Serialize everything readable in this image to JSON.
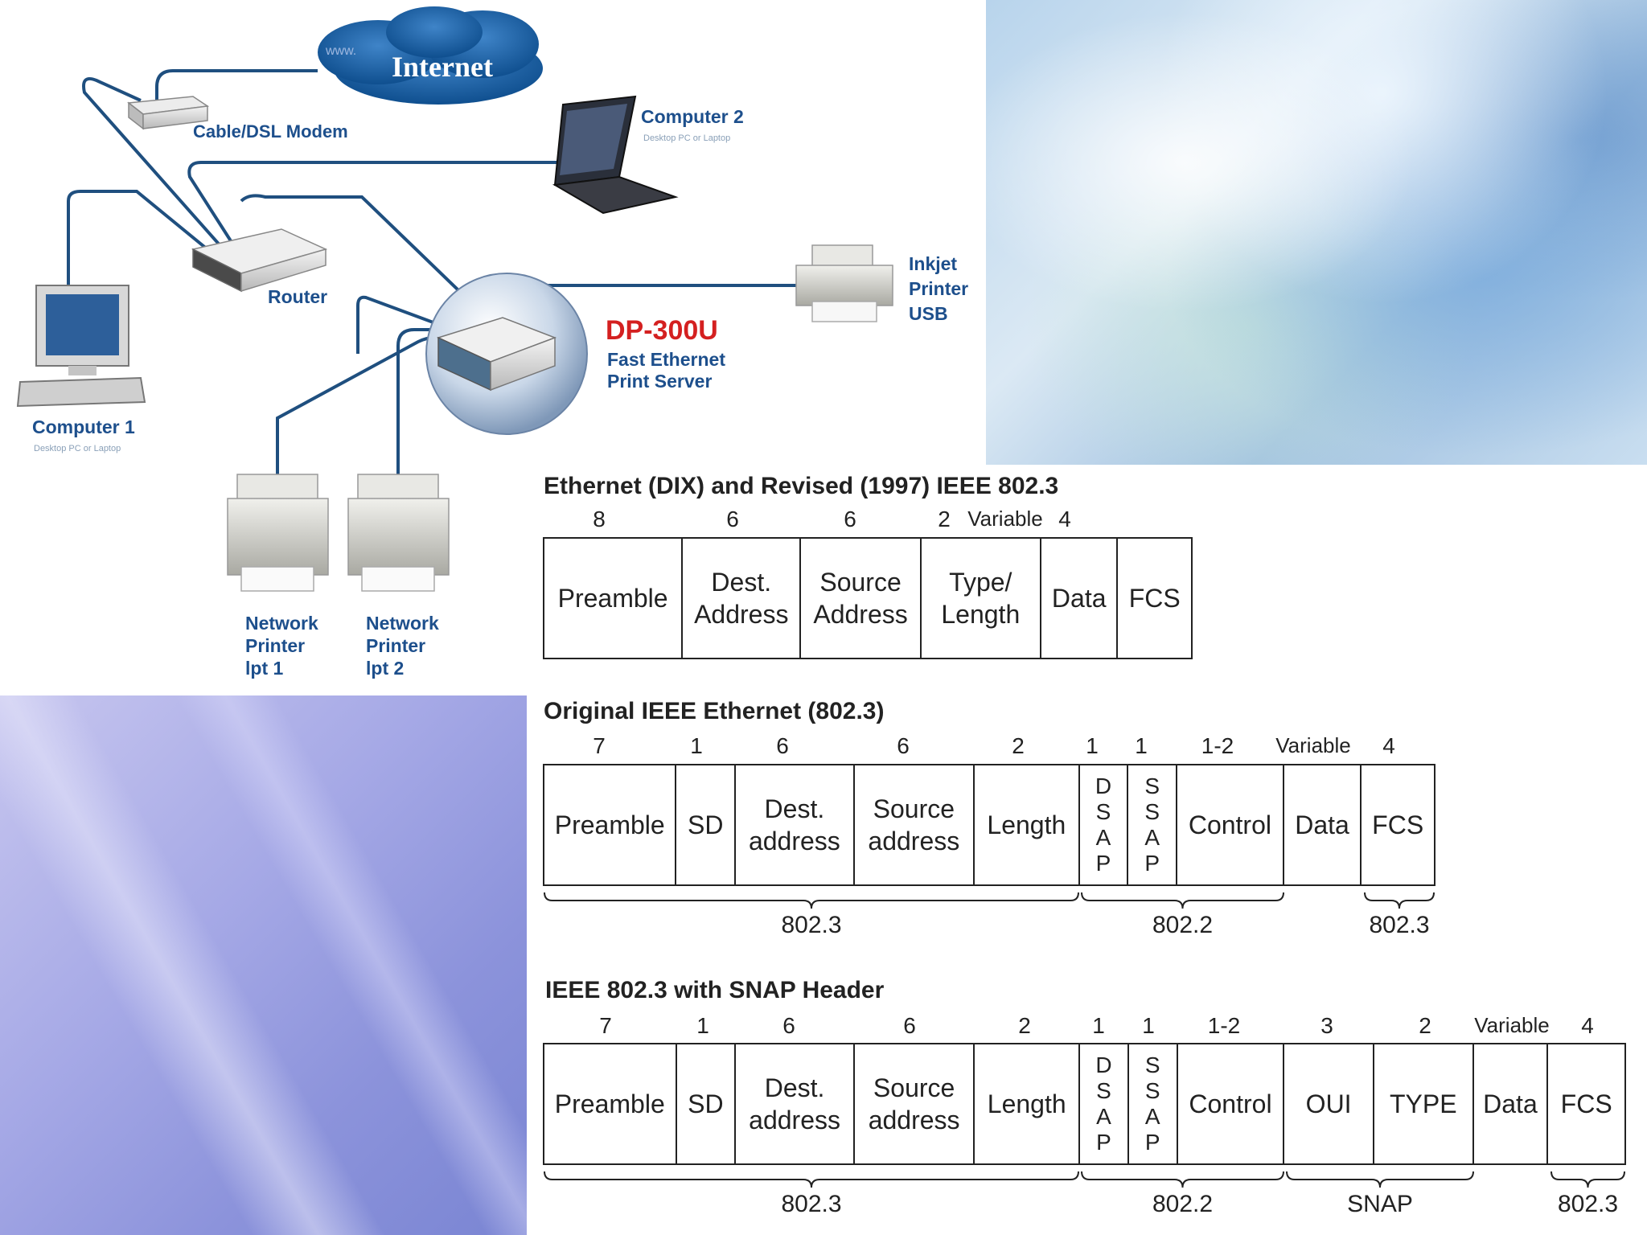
{
  "network": {
    "internet": "Internet",
    "internet_www": "www.",
    "cable_modem": "Cable/DSL Modem",
    "computer2": {
      "name": "Computer 2",
      "sub": "Desktop PC or Laptop"
    },
    "router": "Router",
    "inkjet": [
      "Inkjet",
      "Printer",
      "USB"
    ],
    "print_server": {
      "model": "DP-300U",
      "line1": "Fast Ethernet",
      "line2": "Print Server"
    },
    "computer1": {
      "name": "Computer 1",
      "sub": "Desktop PC or Laptop"
    },
    "printer1": [
      "Network",
      "Printer",
      "lpt 1"
    ],
    "printer2": [
      "Network",
      "Printer",
      "lpt 2"
    ]
  },
  "frames": [
    {
      "title": "Ethernet (DIX) and Revised (1997) IEEE 802.3",
      "fields": [
        {
          "name": [
            "Preamble"
          ],
          "size": "8"
        },
        {
          "name": [
            "Dest.",
            "Address"
          ],
          "size": "6"
        },
        {
          "name": [
            "Source",
            "Address"
          ],
          "size": "6"
        },
        {
          "name": [
            "Type/",
            "Length"
          ],
          "size": "2"
        },
        {
          "name": [
            "Data"
          ],
          "size": "Variable"
        },
        {
          "name": [
            "FCS"
          ],
          "size": "4"
        }
      ],
      "braces": []
    },
    {
      "title": "Original IEEE Ethernet (802.3)",
      "fields": [
        {
          "name": [
            "Preamble"
          ],
          "size": "7"
        },
        {
          "name": [
            "SD"
          ],
          "size": "1"
        },
        {
          "name": [
            "Dest.",
            "address"
          ],
          "size": "6"
        },
        {
          "name": [
            "Source",
            "address"
          ],
          "size": "6"
        },
        {
          "name": [
            "Length"
          ],
          "size": "2"
        },
        {
          "name": [
            "D",
            "S",
            "A",
            "P"
          ],
          "size": "1"
        },
        {
          "name": [
            "S",
            "S",
            "A",
            "P"
          ],
          "size": "1"
        },
        {
          "name": [
            "Control"
          ],
          "size": "1-2"
        },
        {
          "name": [
            "Data"
          ],
          "size": "Variable"
        },
        {
          "name": [
            "FCS"
          ],
          "size": "4"
        }
      ],
      "braces": [
        {
          "label": "802.3"
        },
        {
          "label": "802.2"
        },
        {
          "label": "802.3"
        }
      ]
    },
    {
      "title": "IEEE 802.3 with SNAP Header",
      "fields": [
        {
          "name": [
            "Preamble"
          ],
          "size": "7"
        },
        {
          "name": [
            "SD"
          ],
          "size": "1"
        },
        {
          "name": [
            "Dest.",
            "address"
          ],
          "size": "6"
        },
        {
          "name": [
            "Source",
            "address"
          ],
          "size": "6"
        },
        {
          "name": [
            "Length"
          ],
          "size": "2"
        },
        {
          "name": [
            "D",
            "S",
            "A",
            "P"
          ],
          "size": "1"
        },
        {
          "name": [
            "S",
            "S",
            "A",
            "P"
          ],
          "size": "1"
        },
        {
          "name": [
            "Control"
          ],
          "size": "1-2"
        },
        {
          "name": [
            "OUI"
          ],
          "size": "3"
        },
        {
          "name": [
            "TYPE"
          ],
          "size": "2"
        },
        {
          "name": [
            "Data"
          ],
          "size": "Variable"
        },
        {
          "name": [
            "FCS"
          ],
          "size": "4"
        }
      ],
      "braces": [
        {
          "label": "802.3"
        },
        {
          "label": "802.2"
        },
        {
          "label": "SNAP"
        },
        {
          "label": "802.3"
        }
      ]
    }
  ]
}
